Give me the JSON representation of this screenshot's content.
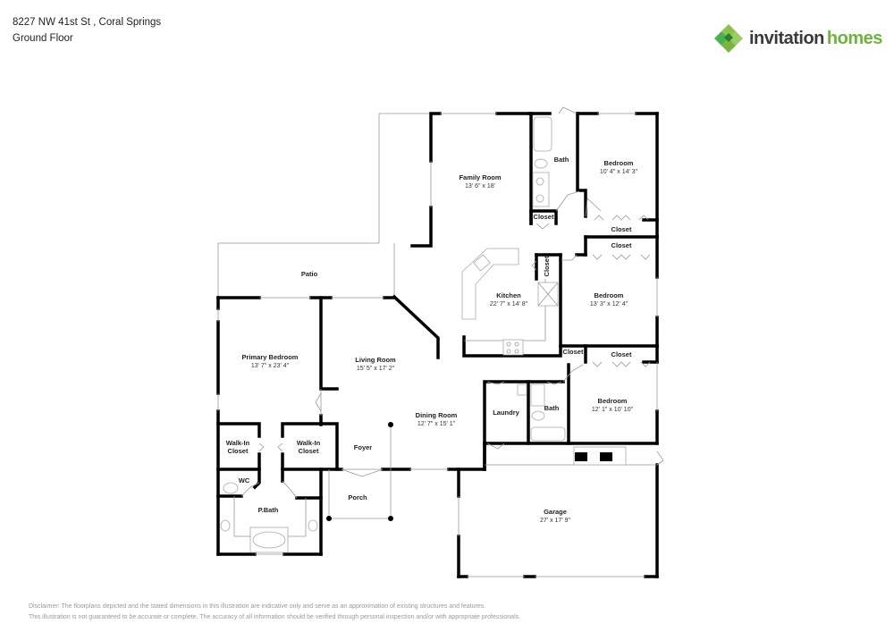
{
  "header": {
    "address": "8227 NW 41st St , Coral Springs",
    "floor": "Ground Floor"
  },
  "logo": {
    "icon": "invitation-homes-leaf-icon",
    "word1": "invitation",
    "word2": "homes",
    "colors": {
      "dark": "#3a3a3a",
      "green": "#6cb43f",
      "light_green": "#9ccc65",
      "dark_green": "#2e7d32"
    }
  },
  "rooms": {
    "family_room": {
      "name": "Family Room",
      "dims": "13' 6\" x 18'"
    },
    "bath1": {
      "name": "Bath"
    },
    "bedroom1": {
      "name": "Bedroom",
      "dims": "10' 4\" x 14' 3\""
    },
    "closet_hall1": {
      "name": "Closet"
    },
    "closet_bed1": {
      "name": "Closet"
    },
    "closet_bed2_top": {
      "name": "Closet"
    },
    "closet_kitchen": {
      "name": "Closet"
    },
    "kitchen": {
      "name": "Kitchen",
      "dims": "22' 7\" x 14' 8\""
    },
    "bedroom2": {
      "name": "Bedroom",
      "dims": "13' 3\" x 12' 4\""
    },
    "closet_hall2": {
      "name": "Closet"
    },
    "closet_bed3": {
      "name": "Closet"
    },
    "patio": {
      "name": "Patio"
    },
    "primary_bedroom": {
      "name": "Primary Bedroom",
      "dims": "13' 7\" x 23' 4\""
    },
    "living_room": {
      "name": "Living Room",
      "dims": "15' 5\" x 17' 2\""
    },
    "dining_room": {
      "name": "Dining Room",
      "dims": "12' 7\" x 15' 1\""
    },
    "laundry": {
      "name": "Laundry"
    },
    "bath2": {
      "name": "Bath"
    },
    "bedroom3": {
      "name": "Bedroom",
      "dims": "12' 1\" x 10' 10\""
    },
    "walkin1": {
      "name1": "Walk-In",
      "name2": "Closet"
    },
    "walkin2": {
      "name1": "Walk-In",
      "name2": "Closet"
    },
    "foyer": {
      "name": "Foyer"
    },
    "wc": {
      "name": "WC"
    },
    "pbath": {
      "name": "P.Bath"
    },
    "porch": {
      "name": "Porch"
    },
    "garage": {
      "name": "Garage",
      "dims": "27' x 17' 9\""
    }
  },
  "disclaimer": {
    "line1": "Disclaimer: The floorplans depicted and the stated dimensions in this illustration are indicative only and serve as an approximation of existing structures and features.",
    "line2": "This illustration is not guaranteed to be accurate or complete. The accuracy of all information should be verified through personal inspection and/or with appropriate professionals."
  }
}
